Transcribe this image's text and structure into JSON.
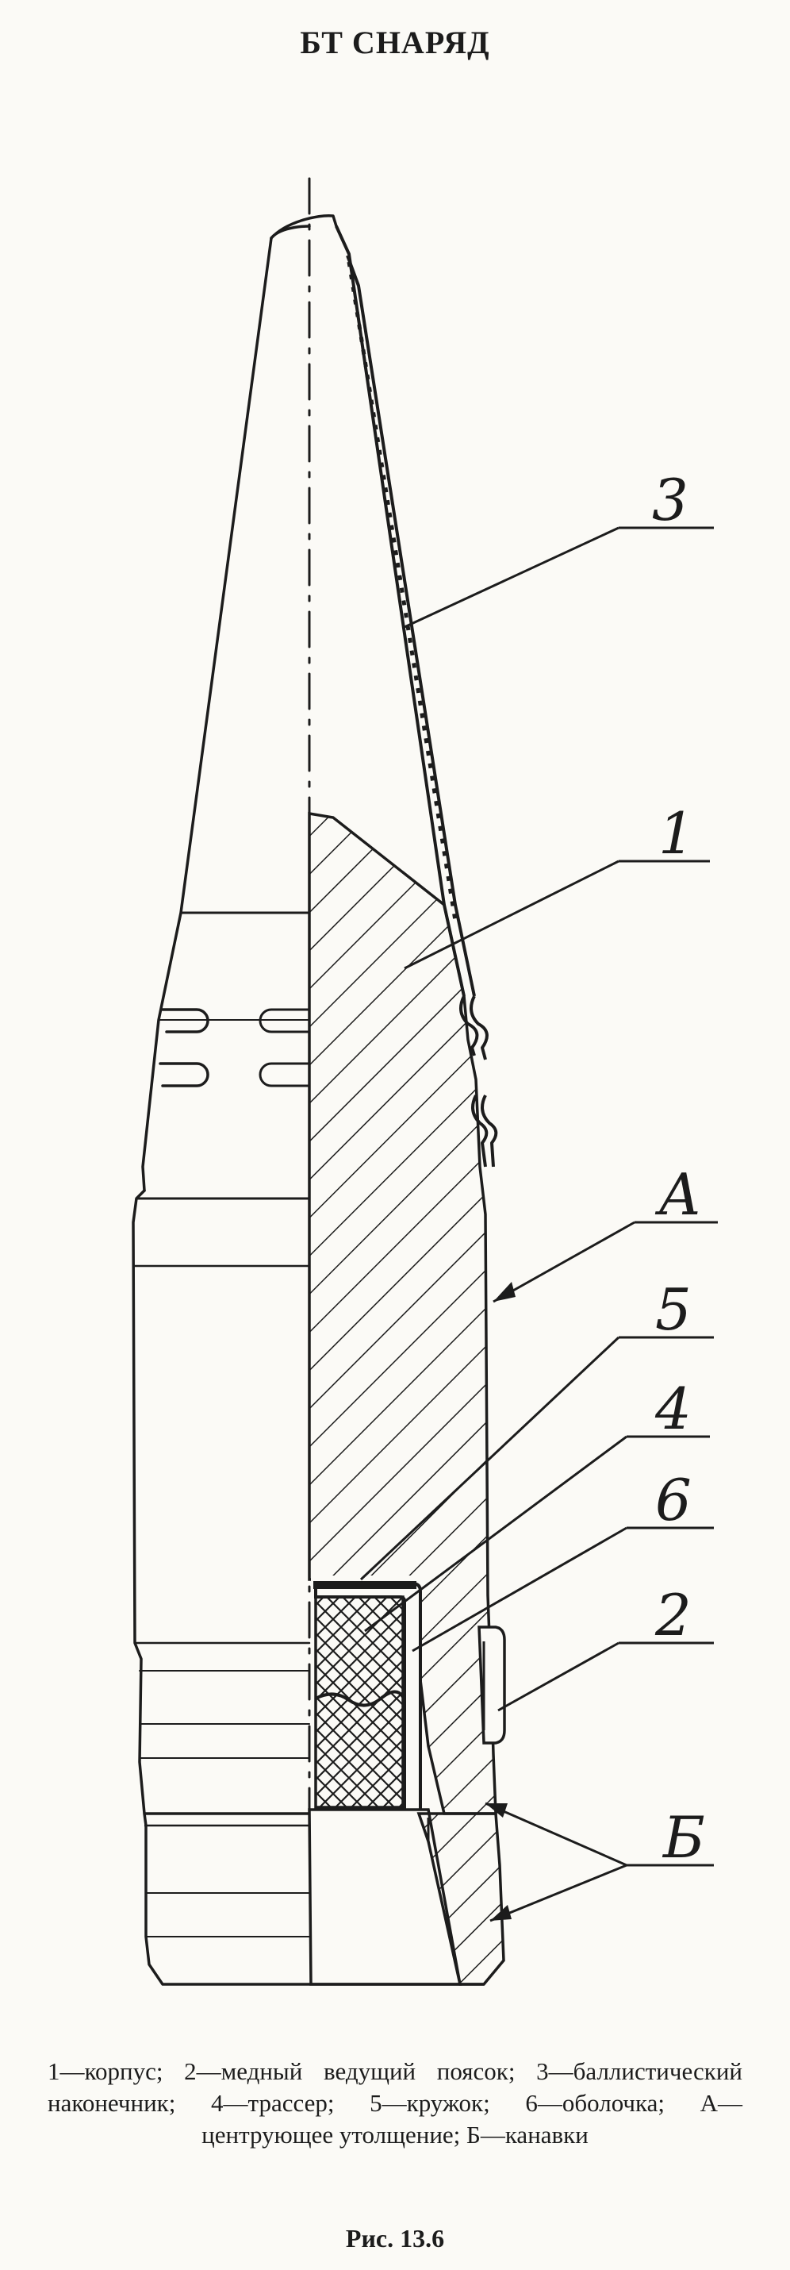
{
  "header": {
    "title": "БТ СНАРЯД"
  },
  "callouts": [
    {
      "id": "3",
      "label": "3"
    },
    {
      "id": "1",
      "label": "1"
    },
    {
      "id": "A",
      "label": "А"
    },
    {
      "id": "5",
      "label": "5"
    },
    {
      "id": "4",
      "label": "4"
    },
    {
      "id": "6",
      "label": "6"
    },
    {
      "id": "2",
      "label": "2"
    },
    {
      "id": "B",
      "label": "Б"
    }
  ],
  "caption": {
    "text": "1—корпус; 2—медный ведущий поясок; 3—баллистический наконечник; 4—трассер; 5—кружок; 6—оболочка; А—центрующее утолщение; Б—канавки"
  },
  "figure": {
    "number": "Рис. 13.6"
  },
  "colors": {
    "ink": "#1c1c1c",
    "paper": "#fbfaf6"
  }
}
